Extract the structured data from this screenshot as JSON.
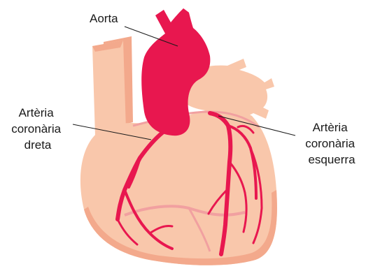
{
  "labels": {
    "aorta": "Aorta",
    "right_coronary": [
      "Artèria",
      "coronària",
      "dreta"
    ],
    "left_coronary": [
      "Artèria",
      "coronària",
      "esquerra"
    ]
  },
  "colors": {
    "heart_fill": "#f9c7ab",
    "heart_shadow": "#f3a98c",
    "vessel_fill": "#e8174f",
    "vein_pink": "#f1a0a0",
    "text": "#1a1a1a",
    "background": "#ffffff"
  }
}
